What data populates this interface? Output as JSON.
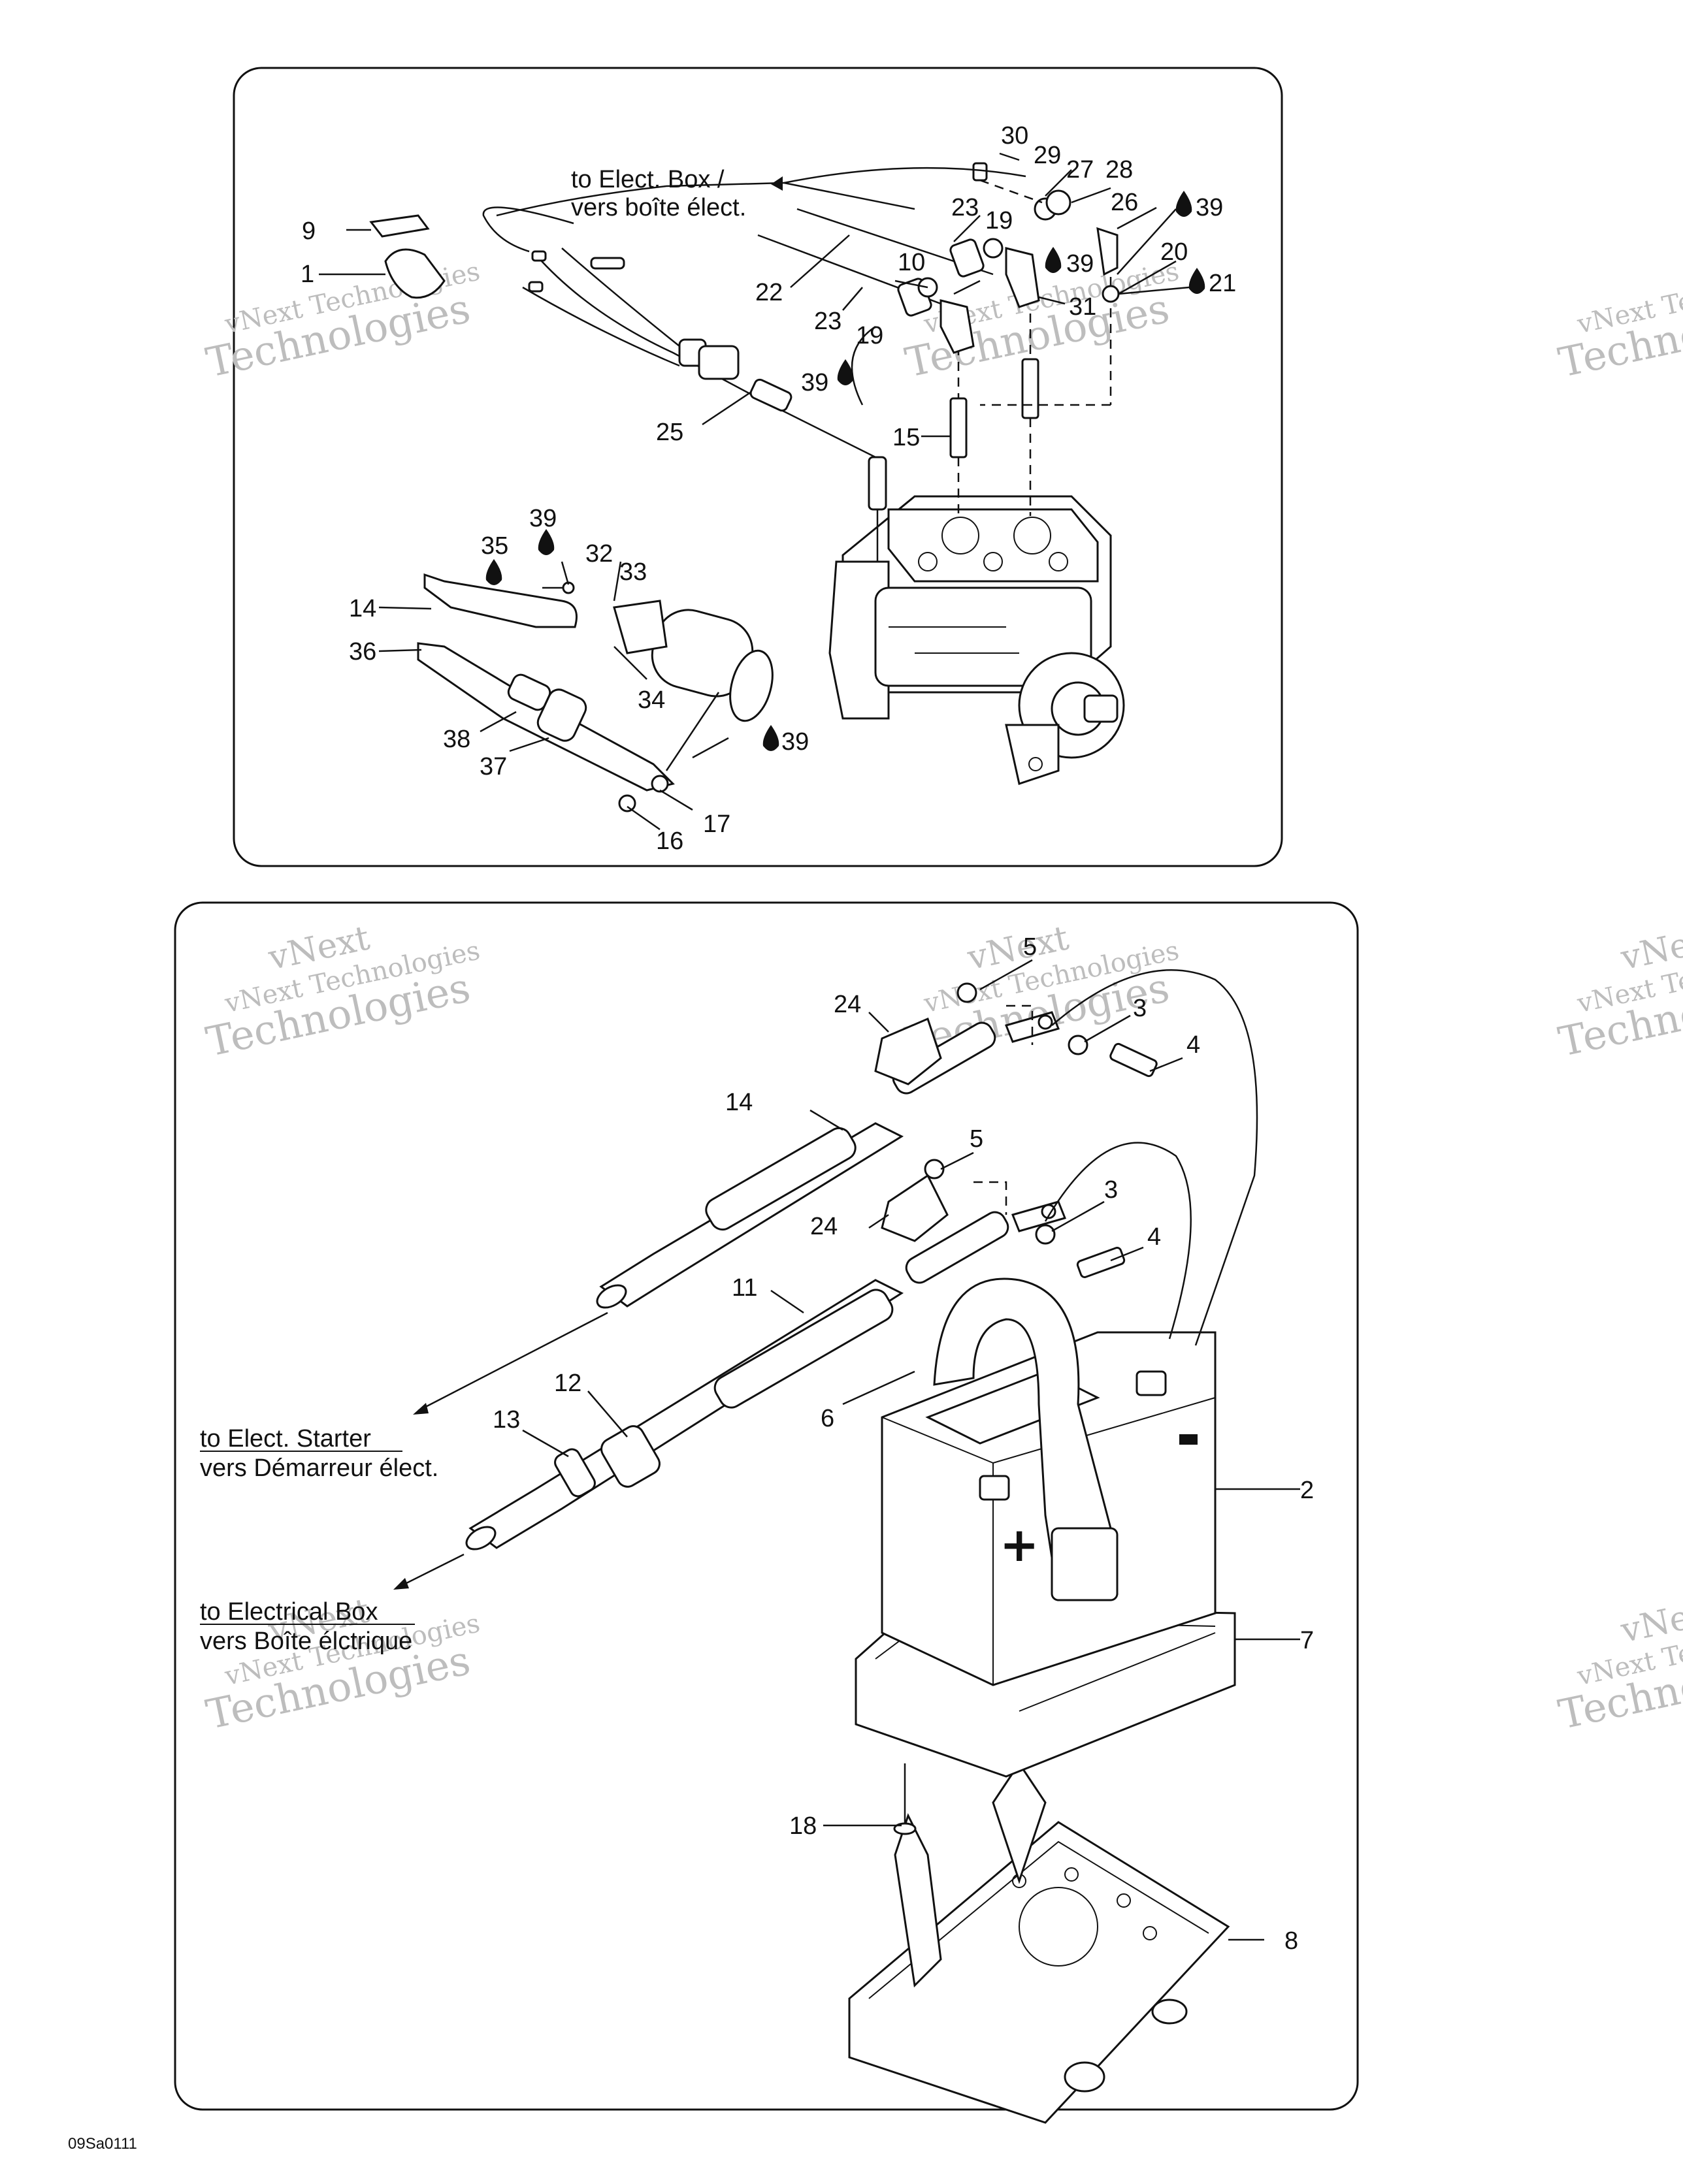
{
  "figure_code": "09Sa0111",
  "watermark": {
    "line1": "vNext Technologies",
    "line2": "Technologies",
    "line3": "vNext"
  },
  "upper_panel": {
    "note_elect_box": {
      "line1": "to Elect. Box /",
      "line2": "vers boîte élect."
    },
    "callouts": [
      "30",
      "29",
      "27",
      "28",
      "26",
      "39",
      "23",
      "19",
      "10",
      "39",
      "20",
      "21",
      "22",
      "23",
      "31",
      "19",
      "9",
      "1",
      "39",
      "25",
      "15",
      "39",
      "35",
      "32",
      "33",
      "14",
      "36",
      "34",
      "39",
      "38",
      "37",
      "17",
      "16"
    ]
  },
  "lower_panel": {
    "note_starter": {
      "line1": "to Elect. Starter",
      "line2": "vers Démarreur élect."
    },
    "note_electrical_box": {
      "line1": "to Electrical Box",
      "line2": "vers Boîte élctrique"
    },
    "plus_sign": "+",
    "callouts": [
      "5",
      "24",
      "3",
      "4",
      "14",
      "5",
      "3",
      "24",
      "4",
      "11",
      "12",
      "13",
      "6",
      "2",
      "7",
      "18",
      "8"
    ]
  }
}
